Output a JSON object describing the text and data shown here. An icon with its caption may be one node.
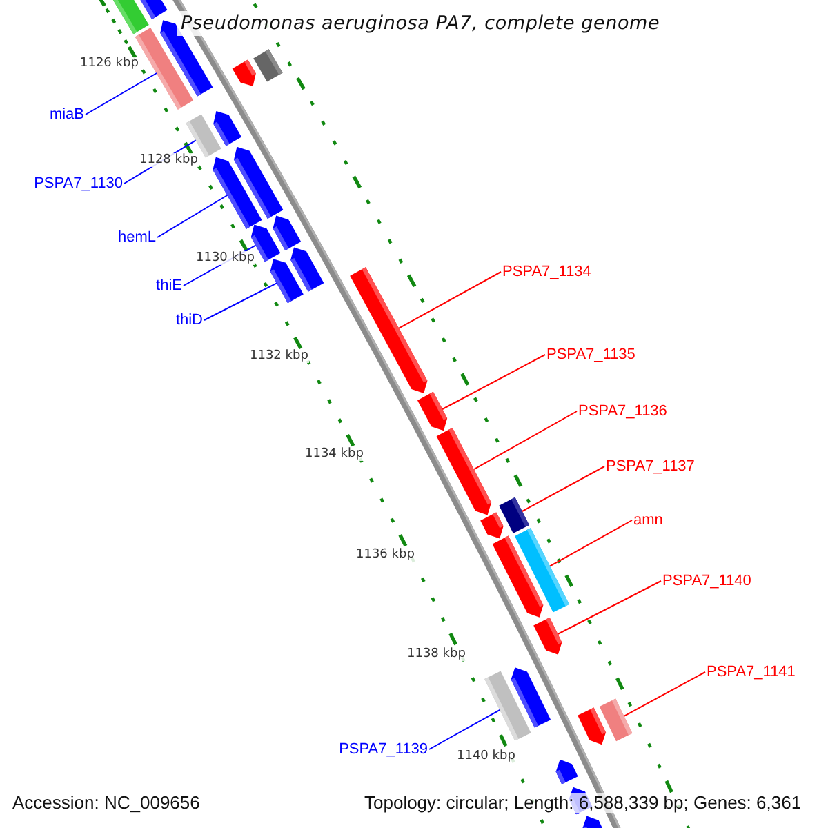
{
  "diagram": {
    "title": "Pseudomonas aeruginosa PA7, complete genome",
    "nodes": [
      {
        "text": [
          "miaB"
        ]
      },
      {
        "text": [
          "PSPA7_1130"
        ]
      },
      {
        "text": [
          "hemL"
        ]
      },
      {
        "text": [
          "PSPA7_1134"
        ]
      },
      {
        "text": [
          "thiE"
        ]
      },
      {
        "text": [
          "thiD"
        ]
      },
      {
        "text": [
          "PSPA7_1135"
        ]
      },
      {
        "text": [
          "PSPA7_1136"
        ]
      },
      {
        "text": [
          "PSPA7_1137"
        ]
      },
      {
        "text": [
          "amn"
        ]
      },
      {
        "text": [
          "PSPA7_1140"
        ]
      },
      {
        "text": [
          "PSPA7_1141"
        ]
      },
      {
        "text": [
          "PSPA7_1139"
        ]
      },
      {
        "text": [],
        "shape": "box"
      },
      {
        "text": [],
        "shape": "arrow"
      },
      {
        "text": [],
        "shape": "arrow"
      },
      {
        "text": [],
        "shape": "box"
      },
      {
        "text": [],
        "shape": "box"
      },
      {
        "text": [],
        "shape": "arrow"
      },
      {
        "text": [],
        "shape": "arrow"
      },
      {
        "text": [],
        "shape": "box"
      },
      {
        "text": [],
        "shape": "arrow"
      },
      {
        "text": [],
        "shape": "arrow"
      },
      {
        "text": [],
        "shape": "arrow"
      },
      {
        "text": [],
        "shape": "arrow"
      },
      {
        "text": [],
        "shape": "arrow"
      },
      {
        "text": [],
        "shape": "arrow"
      },
      {
        "text": [],
        "shape": "arrow"
      },
      {
        "text": [],
        "shape": "arrow"
      },
      {
        "text": [],
        "shape": "arrow"
      },
      {
        "text": [],
        "shape": "box"
      },
      {
        "text": [],
        "shape": "arrow"
      },
      {
        "text": [],
        "shape": "box"
      },
      {
        "text": [],
        "shape": "arrow"
      },
      {
        "text": [],
        "shape": "arrow"
      },
      {
        "text": [],
        "shape": "arrow"
      },
      {
        "text": [],
        "shape": "box"
      },
      {
        "text": [],
        "shape": "box"
      },
      {
        "text": [],
        "shape": "arrow"
      },
      {
        "text": [],
        "shape": "arrow"
      },
      {
        "text": [],
        "shape": "arrow"
      },
      {
        "text": [],
        "shape": "arrow"
      }
    ],
    "edges": [
      {
        "from": 0,
        "to": 16,
        "arrow": "none",
        "color": "#0000ff"
      },
      {
        "from": 1,
        "to": 20,
        "arrow": "none",
        "color": "#0000ff"
      },
      {
        "from": 2,
        "to": 22,
        "arrow": "none",
        "color": "#0000ff"
      },
      {
        "from": 4,
        "to": 24,
        "arrow": "none",
        "color": "#0000ff"
      },
      {
        "from": 5,
        "to": 26,
        "arrow": "none",
        "color": "#0000ff"
      },
      {
        "from": 3,
        "to": 27,
        "arrow": "none",
        "color": "#ff0000"
      },
      {
        "from": 6,
        "to": 28,
        "arrow": "none",
        "color": "#ff0000"
      },
      {
        "from": 7,
        "to": 29,
        "arrow": "none",
        "color": "#ff0000"
      },
      {
        "from": 8,
        "to": 30,
        "arrow": "none",
        "color": "#ff0000"
      },
      {
        "from": 9,
        "to": 32,
        "arrow": "none",
        "color": "#ff0000"
      },
      {
        "from": 10,
        "to": 34,
        "arrow": "none",
        "color": "#ff0000"
      },
      {
        "from": 12,
        "to": 36,
        "arrow": "none",
        "color": "#0000ff"
      },
      {
        "from": 11,
        "to": 37,
        "arrow": "none",
        "color": "#ff0000"
      }
    ],
    "labels": [
      "1126 kbp",
      "1128 kbp",
      "1130 kbp",
      "1132 kbp",
      "1134 kbp",
      "1136 kbp",
      "1138 kbp",
      "1140 kbp",
      "Accession: NC_009656",
      "Topology: circular; Length: 6,588,339 bp; Genes: 6,361"
    ]
  }
}
